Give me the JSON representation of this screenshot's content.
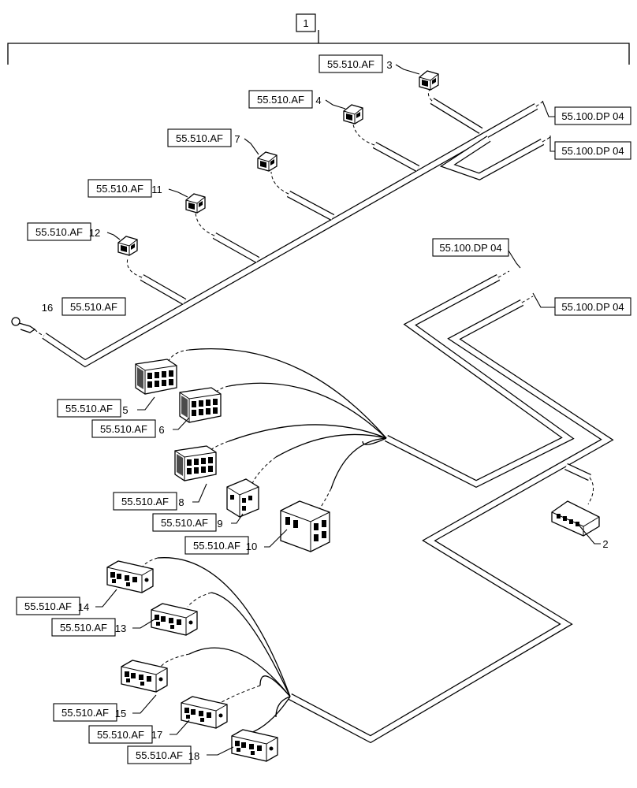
{
  "assembly": {
    "item_number": "1"
  },
  "callouts": [
    {
      "id": "3",
      "ref": "55.510.AF",
      "number": "3"
    },
    {
      "id": "4",
      "ref": "55.510.AF",
      "number": "4"
    },
    {
      "id": "7",
      "ref": "55.510.AF",
      "number": "7"
    },
    {
      "id": "11",
      "ref": "55.510.AF",
      "number": "11"
    },
    {
      "id": "12",
      "ref": "55.510.AF",
      "number": "12"
    },
    {
      "id": "16",
      "ref": "55.510.AF",
      "number": "16"
    },
    {
      "id": "5",
      "ref": "55.510.AF",
      "number": "5"
    },
    {
      "id": "6",
      "ref": "55.510.AF",
      "number": "6"
    },
    {
      "id": "8",
      "ref": "55.510.AF",
      "number": "8"
    },
    {
      "id": "9",
      "ref": "55.510.AF",
      "number": "9"
    },
    {
      "id": "10",
      "ref": "55.510.AF",
      "number": "10"
    },
    {
      "id": "14",
      "ref": "55.510.AF",
      "number": "14"
    },
    {
      "id": "13",
      "ref": "55.510.AF",
      "number": "13"
    },
    {
      "id": "15",
      "ref": "55.510.AF",
      "number": "15"
    },
    {
      "id": "17",
      "ref": "55.510.AF",
      "number": "17"
    },
    {
      "id": "18",
      "ref": "55.510.AF",
      "number": "18"
    },
    {
      "id": "2",
      "ref": "",
      "number": "2"
    }
  ],
  "continuation_refs": [
    {
      "id": "top-1",
      "ref": "55.100.DP 04"
    },
    {
      "id": "top-2",
      "ref": "55.100.DP 04"
    },
    {
      "id": "mid-1",
      "ref": "55.100.DP 04"
    },
    {
      "id": "mid-2",
      "ref": "55.100.DP 04"
    }
  ]
}
